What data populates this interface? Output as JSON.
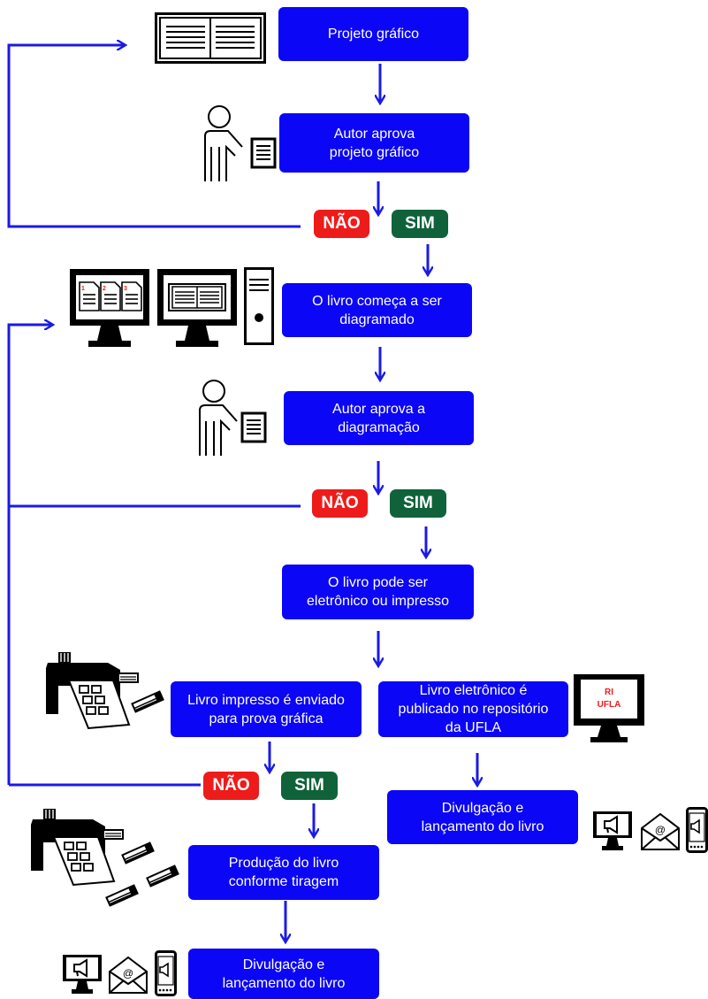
{
  "boxes": {
    "projeto": "Projeto gráfico",
    "autor_aprova_l1": "Autor aprova",
    "autor_aprova_l2": "projeto gráfico",
    "diagramado_l1": "O livro começa a ser",
    "diagramado_l2": "diagramado",
    "aprova_diag_l1": "Autor aprova a",
    "aprova_diag_l2": "diagramação",
    "pode_ser_l1": "O livro pode ser",
    "pode_ser_l2": "eletrônico ou impresso",
    "impresso_l1": "Livro impresso é enviado",
    "impresso_l2": "para prova gráfica",
    "eletronico_l1": "Livro eletrônico é",
    "eletronico_l2": "publicado no repositório",
    "eletronico_l3": "da UFLA",
    "divulgacao_right_l1": "Divulgação e",
    "divulgacao_right_l2": "lançamento do livro",
    "producao_l1": "Produção do livro",
    "producao_l2": "conforme tiragem",
    "divulgacao_bottom_l1": "Divulgação e",
    "divulgacao_bottom_l2": "lançamento do livro"
  },
  "decisions": {
    "no": "NÃO",
    "yes": "SIM"
  },
  "monitor_label": {
    "line1": "RI",
    "line2": "UFLA"
  },
  "page_numbers": [
    "1",
    "2",
    "3"
  ],
  "colors": {
    "box": "#0b06f5",
    "arrow": "#1a1ae6",
    "no": "#ee1b1b",
    "yes": "#10623a"
  },
  "icons": [
    "document-spread-icon",
    "person-document-icon",
    "monitor-pages-icon",
    "monitor-layout-icon",
    "computer-tower-icon",
    "printer-icon",
    "books-icon",
    "monitor-ri-icon",
    "megaphone-monitor-icon",
    "email-icon",
    "phone-megaphone-icon"
  ]
}
